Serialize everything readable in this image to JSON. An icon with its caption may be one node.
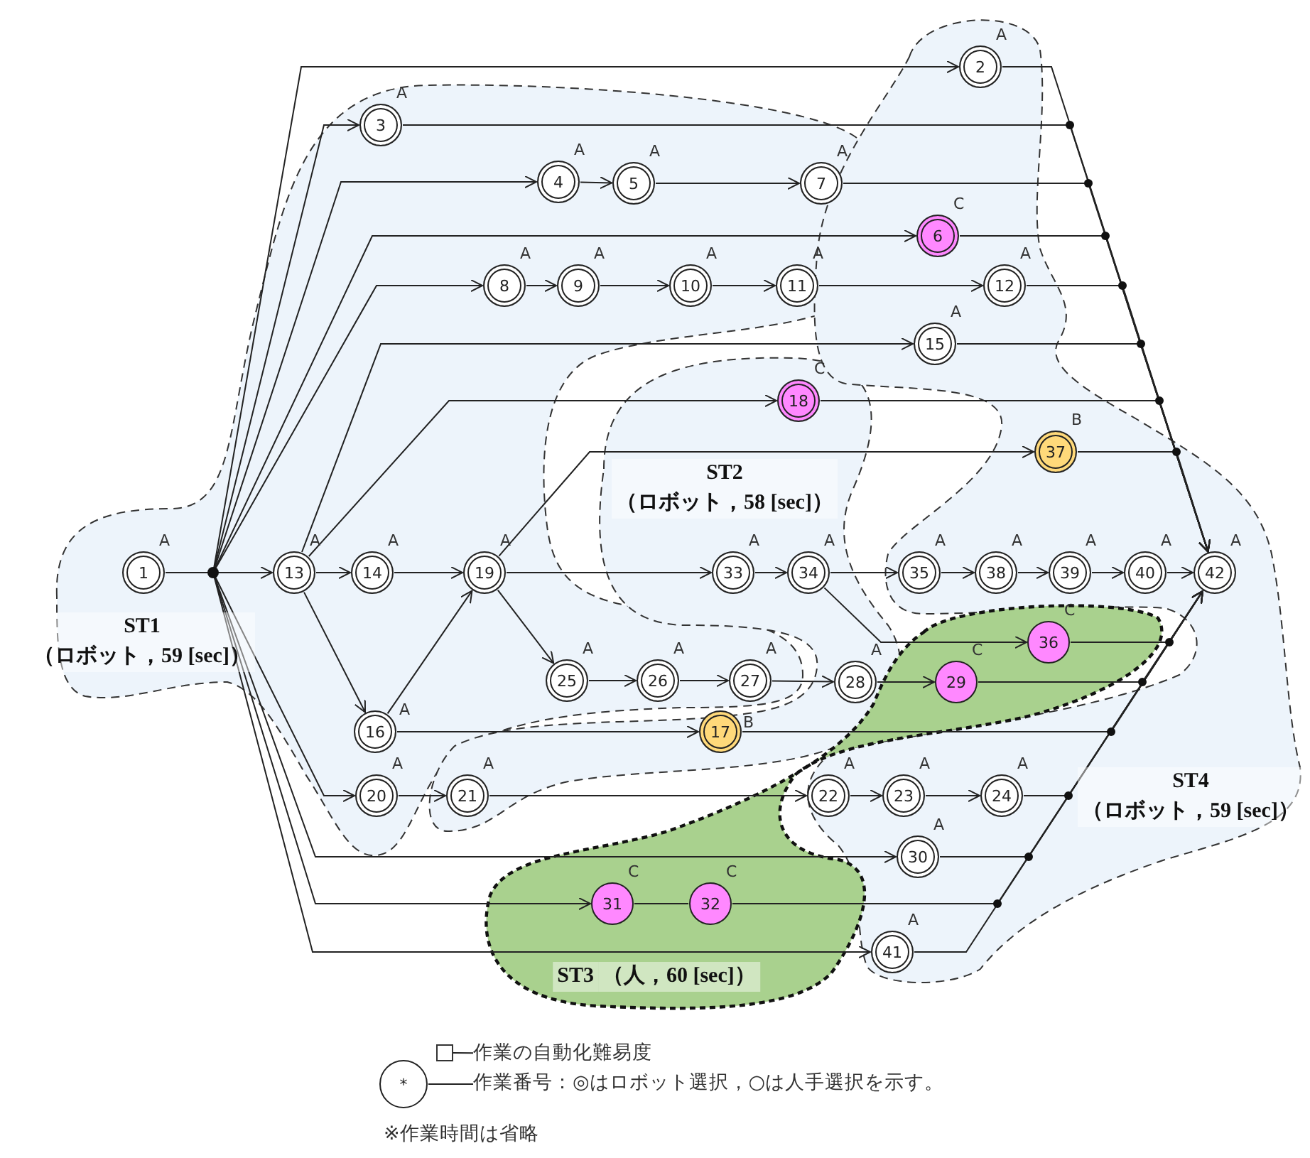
{
  "diagram": {
    "nodes": [
      {
        "text": [
          "ST1",
          "（ロボット，59 [sec]）"
        ]
      },
      {
        "text": [
          "1"
        ],
        "beside": [
          "A"
        ],
        "in": 0
      },
      {
        "text": [
          "3"
        ],
        "beside": [
          "A"
        ],
        "in": 0
      },
      {
        "text": [
          "4"
        ],
        "beside": [
          "A"
        ],
        "in": 0
      },
      {
        "text": [
          "5"
        ],
        "beside": [
          "A"
        ],
        "in": 0
      },
      {
        "text": [
          "7"
        ],
        "beside": [
          "A"
        ],
        "in": 0
      },
      {
        "text": [
          "8"
        ],
        "beside": [
          "A"
        ],
        "in": 0
      },
      {
        "text": [
          "9"
        ],
        "beside": [
          "A"
        ],
        "in": 0
      },
      {
        "text": [
          "10"
        ],
        "beside": [
          "A"
        ],
        "in": 0
      },
      {
        "text": [
          "11"
        ],
        "beside": [
          "A"
        ],
        "in": 0
      },
      {
        "text": [
          "13"
        ],
        "beside": [
          "A"
        ],
        "in": 0
      },
      {
        "text": [
          "14"
        ],
        "beside": [
          "A"
        ],
        "in": 0
      },
      {
        "text": [
          "19"
        ],
        "beside": [
          "A"
        ],
        "in": 0
      },
      {
        "text": [
          "25"
        ],
        "beside": [
          "A"
        ],
        "in": 0
      },
      {
        "text": [
          "26"
        ],
        "beside": [
          "A"
        ],
        "in": 0
      },
      {
        "text": [
          "27"
        ],
        "beside": [
          "A"
        ],
        "in": 0
      },
      {
        "text": [
          "16"
        ],
        "beside": [
          "A"
        ],
        "in": 0
      },
      {
        "text": [
          "20"
        ],
        "beside": [
          "A"
        ],
        "in": 0
      },
      {
        "text": [
          "ST2",
          "（ロボット，58 [sec]）"
        ]
      },
      {
        "text": [
          "18"
        ],
        "beside": [
          "C"
        ],
        "in": 18
      },
      {
        "text": [
          "33"
        ],
        "beside": [
          "A"
        ],
        "in": 18
      },
      {
        "text": [
          "34"
        ],
        "beside": [
          "A"
        ],
        "in": 18
      },
      {
        "text": [
          "28"
        ],
        "beside": [
          "A"
        ],
        "in": 18
      },
      {
        "text": [
          "17"
        ],
        "beside": [
          "B"
        ],
        "in": 18
      },
      {
        "text": [
          "21"
        ],
        "beside": [
          "A"
        ],
        "in": 18
      },
      {
        "text": [
          "ST4",
          "（ロボット，59 [sec]）"
        ]
      },
      {
        "text": [
          "2"
        ],
        "beside": [
          "A"
        ],
        "in": 25
      },
      {
        "text": [
          "6"
        ],
        "beside": [
          "C"
        ],
        "in": 25
      },
      {
        "text": [
          "12"
        ],
        "beside": [
          "A"
        ],
        "in": 25
      },
      {
        "text": [
          "15"
        ],
        "beside": [
          "A"
        ],
        "in": 25
      },
      {
        "text": [
          "37"
        ],
        "beside": [
          "B"
        ],
        "in": 25
      },
      {
        "text": [
          "35"
        ],
        "beside": [
          "A"
        ],
        "in": 25
      },
      {
        "text": [
          "38"
        ],
        "beside": [
          "A"
        ],
        "in": 25
      },
      {
        "text": [
          "39"
        ],
        "beside": [
          "A"
        ],
        "in": 25
      },
      {
        "text": [
          "40"
        ],
        "beside": [
          "A"
        ],
        "in": 25
      },
      {
        "text": [
          "42"
        ],
        "beside": [
          "A"
        ],
        "in": 25
      },
      {
        "text": [
          "22"
        ],
        "beside": [
          "A"
        ],
        "in": 25
      },
      {
        "text": [
          "23"
        ],
        "beside": [
          "A"
        ],
        "in": 25
      },
      {
        "text": [
          "24"
        ],
        "beside": [
          "A"
        ],
        "in": 25
      },
      {
        "text": [
          "30"
        ],
        "beside": [
          "A"
        ],
        "in": 25
      },
      {
        "text": [
          "41"
        ],
        "beside": [
          "A"
        ],
        "in": 25
      },
      {
        "text": [
          "ST3",
          "（人，60 [sec]）"
        ]
      },
      {
        "text": [
          "36"
        ],
        "beside": [
          "C"
        ],
        "in": 41
      },
      {
        "text": [
          "29"
        ],
        "beside": [
          "C"
        ],
        "in": 41
      },
      {
        "text": [
          "31"
        ],
        "beside": [
          "C"
        ],
        "in": 41
      },
      {
        "text": [
          "32"
        ],
        "beside": [
          "C"
        ],
        "in": 41
      },
      {
        "text": [],
        "shape": "box"
      },
      {
        "text": [
          "*"
        ]
      },
      {
        "text": [
          "作業の自動化難易度"
        ]
      },
      {
        "text": [
          "作業番号：◎はロボット選択，○は人手選択を示す。"
        ]
      }
    ],
    "edges": [
      {
        "from": 1,
        "to": 10,
        "arrow": "to"
      },
      {
        "from": 1,
        "to": 26,
        "arrow": "to"
      },
      {
        "from": 1,
        "to": 2,
        "arrow": "to"
      },
      {
        "from": 1,
        "to": 3,
        "arrow": "to"
      },
      {
        "from": 1,
        "to": 27,
        "arrow": "to"
      },
      {
        "from": 1,
        "to": 6,
        "arrow": "to"
      },
      {
        "from": 1,
        "to": 17,
        "arrow": "to"
      },
      {
        "from": 1,
        "to": 39,
        "arrow": "to"
      },
      {
        "from": 1,
        "to": 44,
        "arrow": "to"
      },
      {
        "from": 1,
        "to": 40,
        "arrow": "to"
      },
      {
        "from": 10,
        "to": 11,
        "arrow": "to"
      },
      {
        "from": 10,
        "to": 29,
        "arrow": "to"
      },
      {
        "from": 10,
        "to": 19,
        "arrow": "to"
      },
      {
        "from": 10,
        "to": 16,
        "arrow": "to"
      },
      {
        "from": 11,
        "to": 12,
        "arrow": "to"
      },
      {
        "from": 16,
        "to": 12,
        "arrow": "to"
      },
      {
        "from": 12,
        "to": 30,
        "arrow": "to"
      },
      {
        "from": 12,
        "to": 20,
        "arrow": "to"
      },
      {
        "from": 12,
        "to": 13,
        "arrow": "to"
      },
      {
        "from": 13,
        "to": 14,
        "arrow": "to"
      },
      {
        "from": 14,
        "to": 15,
        "arrow": "to"
      },
      {
        "from": 15,
        "to": 22,
        "arrow": "to"
      },
      {
        "from": 22,
        "to": 43,
        "arrow": "to"
      },
      {
        "from": 16,
        "to": 23,
        "arrow": "to"
      },
      {
        "from": 17,
        "to": 24,
        "arrow": "to"
      },
      {
        "from": 24,
        "to": 36,
        "arrow": "to"
      },
      {
        "from": 36,
        "to": 37,
        "arrow": "to"
      },
      {
        "from": 37,
        "to": 38,
        "arrow": "to"
      },
      {
        "from": 20,
        "to": 21,
        "arrow": "to"
      },
      {
        "from": 21,
        "to": 31,
        "arrow": "to"
      },
      {
        "from": 21,
        "to": 42,
        "arrow": "to"
      },
      {
        "from": 31,
        "to": 32,
        "arrow": "to"
      },
      {
        "from": 32,
        "to": 33,
        "arrow": "to"
      },
      {
        "from": 33,
        "to": 34,
        "arrow": "to"
      },
      {
        "from": 34,
        "to": 35,
        "arrow": "to"
      },
      {
        "from": 44,
        "to": 45,
        "arrow": "none"
      },
      {
        "from": 3,
        "to": 4,
        "arrow": "to"
      },
      {
        "from": 4,
        "to": 5,
        "arrow": "to"
      },
      {
        "from": 6,
        "to": 7,
        "arrow": "to"
      },
      {
        "from": 7,
        "to": 8,
        "arrow": "to"
      },
      {
        "from": 8,
        "to": 9,
        "arrow": "to"
      },
      {
        "from": 9,
        "to": 28,
        "arrow": "to"
      },
      {
        "from": 26,
        "to": 35,
        "arrow": "to"
      },
      {
        "from": 2,
        "to": 35,
        "arrow": "to"
      },
      {
        "from": 5,
        "to": 35,
        "arrow": "to"
      },
      {
        "from": 27,
        "to": 35,
        "arrow": "to"
      },
      {
        "from": 28,
        "to": 35,
        "arrow": "to"
      },
      {
        "from": 29,
        "to": 35,
        "arrow": "to"
      },
      {
        "from": 19,
        "to": 35,
        "arrow": "to"
      },
      {
        "from": 30,
        "to": 35,
        "arrow": "to"
      },
      {
        "from": 40,
        "to": 35,
        "arrow": "to"
      },
      {
        "from": 45,
        "to": 35,
        "arrow": "to"
      },
      {
        "from": 39,
        "to": 35,
        "arrow": "to"
      },
      {
        "from": 38,
        "to": 35,
        "arrow": "to"
      },
      {
        "from": 23,
        "to": 35,
        "arrow": "to"
      },
      {
        "from": 43,
        "to": 35,
        "arrow": "to"
      },
      {
        "from": 42,
        "to": 35,
        "arrow": "to"
      },
      {
        "from": 48,
        "to": 46,
        "arrow": "none"
      },
      {
        "from": 49,
        "to": 47,
        "arrow": "none"
      }
    ],
    "labels": [
      "※作業時間は省略"
    ]
  }
}
